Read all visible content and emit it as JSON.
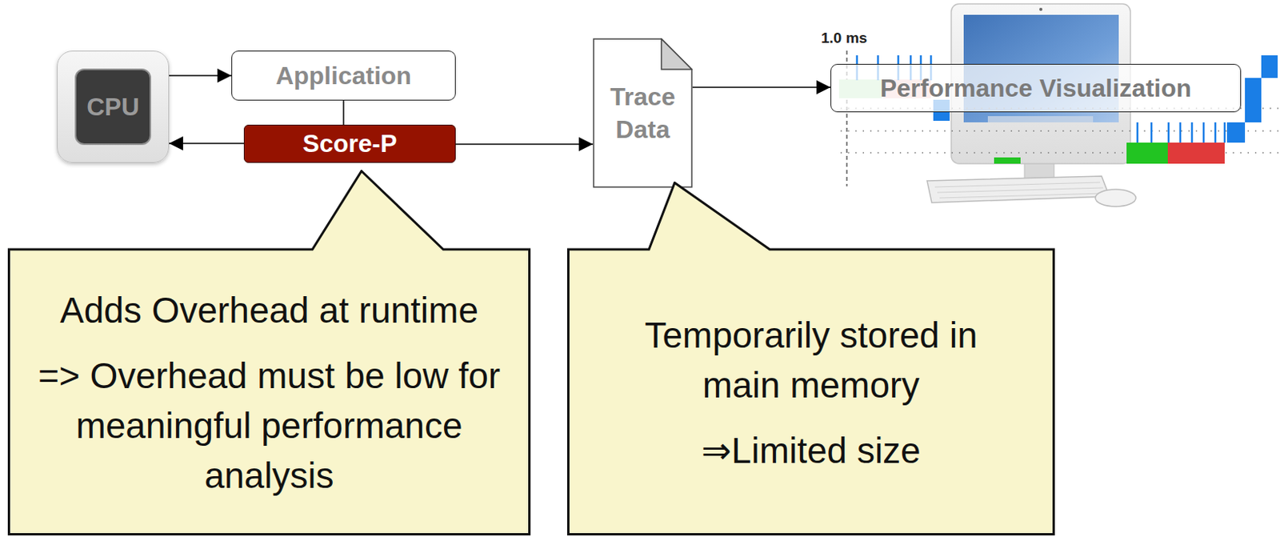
{
  "diagram": {
    "nodes": [
      {
        "text": [
          "CPU"
        ]
      },
      {
        "text": [
          "Application"
        ]
      },
      {
        "text": [
          "Score-P"
        ]
      },
      {
        "text": [
          "Trace Data"
        ]
      },
      {
        "text": [
          "Performance Visualization"
        ]
      },
      {
        "text": [
          "Adds Overhead at runtime",
          "=> Overhead must be low for meaningful performance analysis"
        ]
      },
      {
        "text": [
          "Temporarily stored in main memory",
          "⇒Limited size"
        ]
      }
    ],
    "edges": [
      {
        "from": 0,
        "to": 1,
        "arrow": "to"
      },
      {
        "from": 1,
        "to": 2,
        "arrow": "none"
      },
      {
        "from": 2,
        "to": 0,
        "arrow": "to"
      },
      {
        "from": 2,
        "to": 3,
        "arrow": "to"
      },
      {
        "from": 3,
        "to": 4,
        "arrow": "to"
      }
    ],
    "labels": [
      "1.0 ms"
    ]
  }
}
